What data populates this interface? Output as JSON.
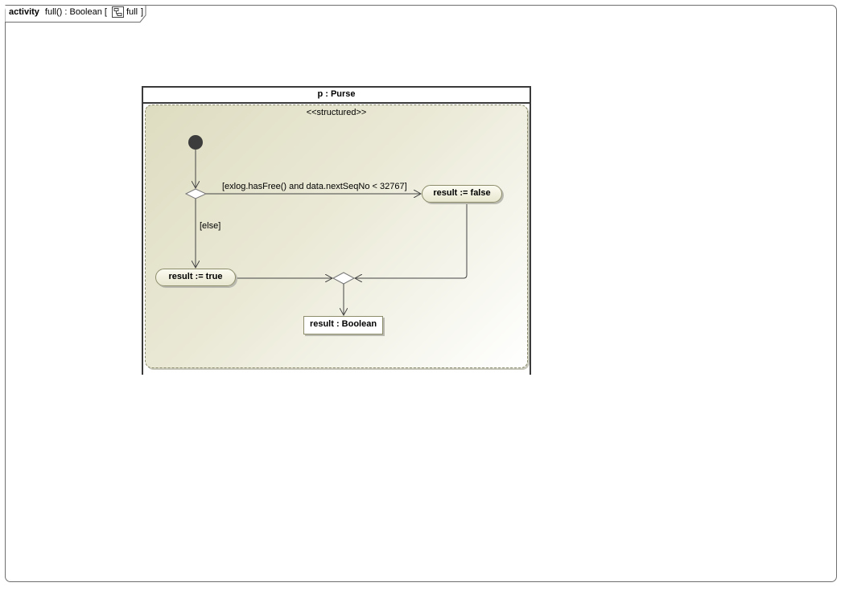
{
  "frame": {
    "keyword": "activity",
    "signature": "full() : Boolean [",
    "diagram_ref": "full",
    "close_bracket": "]"
  },
  "partition": {
    "name": "p : Purse"
  },
  "region": {
    "stereotype": "<<structured>>"
  },
  "nodes": {
    "action_false": "result := false",
    "action_true": "result := true",
    "object_node": "result : Boolean"
  },
  "guards": {
    "condition": "[exlog.hasFree() and data.nextSeqNo < 32767]",
    "else": "[else]"
  },
  "colors": {
    "action_fill": "#e8e7cf",
    "region_fill": "#dedcc0",
    "border": "#3a3a3a",
    "initial_node": "#3c3c3c"
  }
}
